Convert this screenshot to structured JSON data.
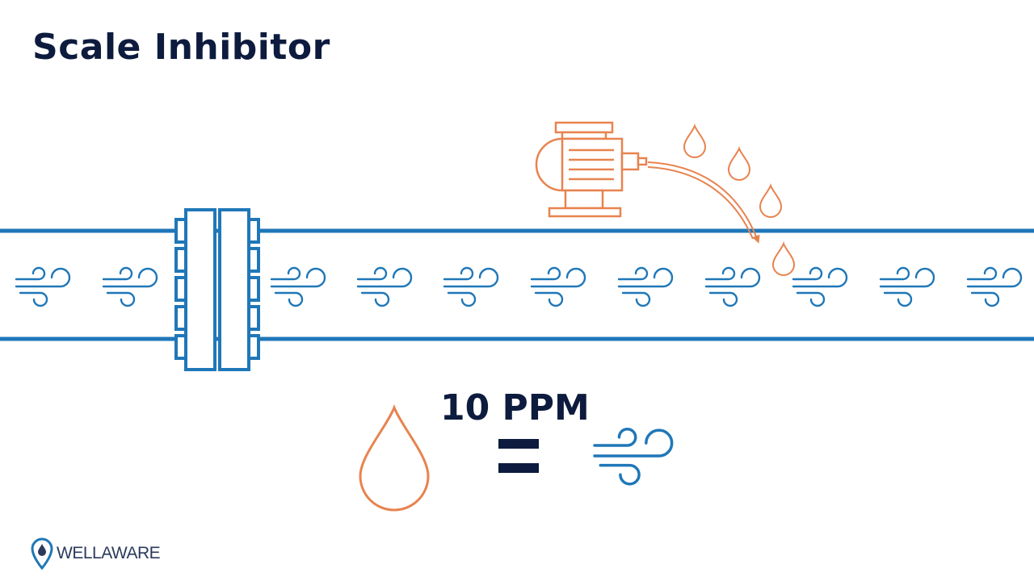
{
  "title": "Scale Inhibitor",
  "ratio_label": "10 PPM",
  "equals_symbol": "=",
  "logo": {
    "part1": "WELL",
    "part2": "AWARE"
  },
  "icons": {
    "pump": "pump-motor-icon",
    "drop": "water-drop-icon",
    "flow": "wind-flow-icon",
    "flange": "pipe-flange-icon"
  },
  "colors": {
    "pipe_blue": "#1f77b8",
    "chem_orange": "#e8834f",
    "title_navy": "#0d1b3e",
    "logo_blue": "#1f77b8"
  }
}
